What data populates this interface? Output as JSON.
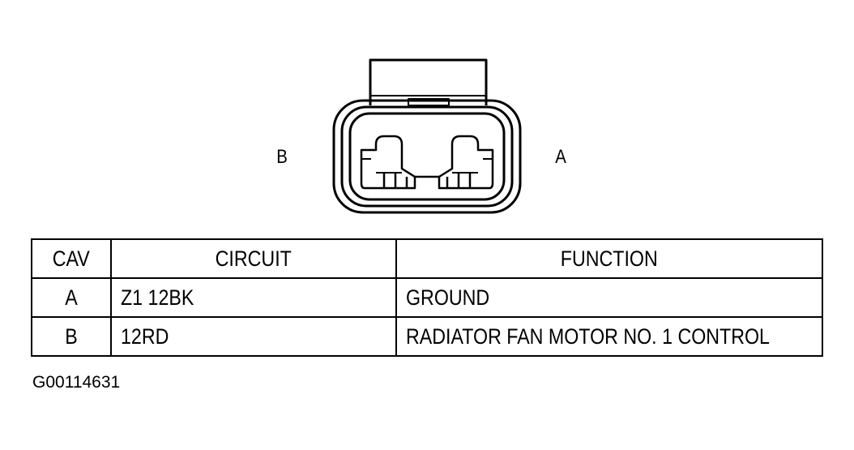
{
  "connector": {
    "left_cavity_label": "B",
    "right_cavity_label": "A"
  },
  "pin_table": {
    "headers": [
      "CAV",
      "CIRCUIT",
      "FUNCTION"
    ],
    "rows": [
      {
        "cav": "A",
        "circuit": "Z1 12BK",
        "function": "GROUND"
      },
      {
        "cav": "B",
        "circuit": "12RD",
        "function": "RADIATOR FAN MOTOR NO. 1 CONTROL"
      }
    ]
  },
  "figure_id": "G00114631"
}
